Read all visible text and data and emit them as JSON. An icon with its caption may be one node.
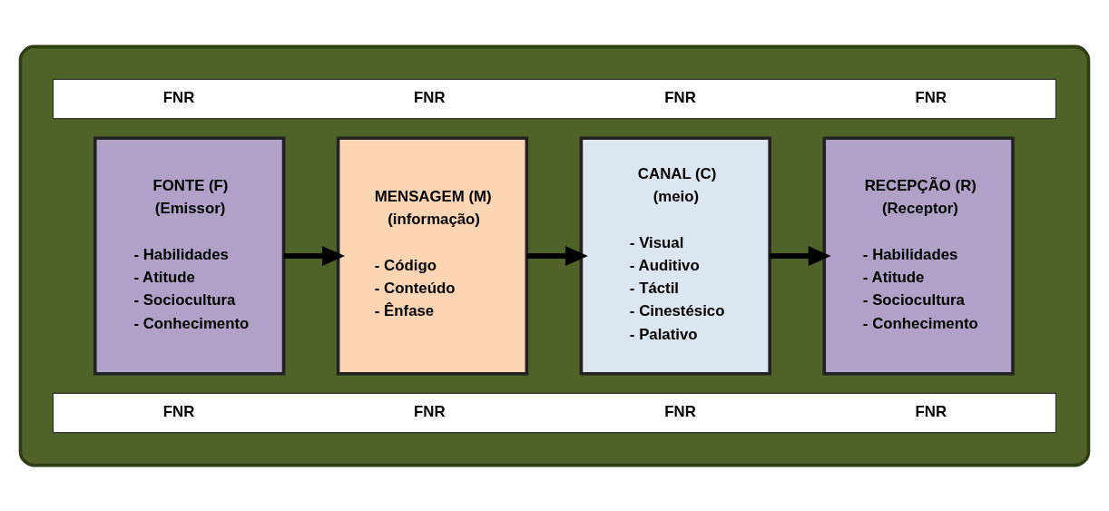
{
  "diagram": {
    "nodes": [
      {
        "text": [],
        "shape": "box"
      },
      {
        "text": [
          "FNR",
          "FNR",
          "FNR",
          "FNR"
        ],
        "in": 0
      },
      {
        "text": [
          "FONTE (F)",
          "(Emissor)",
          "- Habilidades",
          "- Atitude",
          "- Sociocultura",
          "- Conhecimento"
        ],
        "in": 0
      },
      {
        "text": [
          "MENSAGEM (M)",
          "(informação)",
          "- Código",
          "- Conteúdo",
          "- Ênfase"
        ],
        "in": 0
      },
      {
        "text": [
          "CANAL (C)",
          "(meio)",
          "- Visual",
          "- Auditivo",
          "- Táctil",
          "- Cinestésico",
          "- Palativo"
        ],
        "in": 0
      },
      {
        "text": [
          "RECEPÇÃO (R)",
          "(Receptor)",
          "- Habilidades",
          "- Atitude",
          "- Sociocultura",
          "- Conhecimento"
        ],
        "in": 0
      },
      {
        "text": [
          "FNR",
          "FNR",
          "FNR",
          "FNR"
        ],
        "in": 0
      }
    ],
    "edges": [
      {
        "from": 2,
        "to": 3,
        "arrow": "to"
      },
      {
        "from": 3,
        "to": 4,
        "arrow": "to"
      },
      {
        "from": 4,
        "to": 5,
        "arrow": "to"
      }
    ]
  }
}
